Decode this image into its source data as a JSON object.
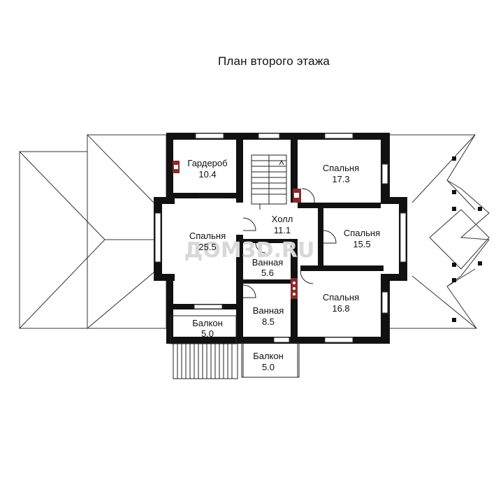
{
  "title": "План второго этажа",
  "watermark": "ДОМ3D.RU",
  "rooms": [
    {
      "name": "Гардероб",
      "area": "10.4"
    },
    {
      "name": "Спальня",
      "area": "17.3"
    },
    {
      "name": "Холл",
      "area": "11.1"
    },
    {
      "name": "Спальня",
      "area": "25.5"
    },
    {
      "name": "Спальня",
      "area": "15.5"
    },
    {
      "name": "Ванная",
      "area": "5.6"
    },
    {
      "name": "Спальня",
      "area": "16.8"
    },
    {
      "name": "Ванная",
      "area": "8.5"
    },
    {
      "name": "Балкон",
      "area": "5.0"
    },
    {
      "name": "Балкон",
      "area": "5.0"
    }
  ]
}
